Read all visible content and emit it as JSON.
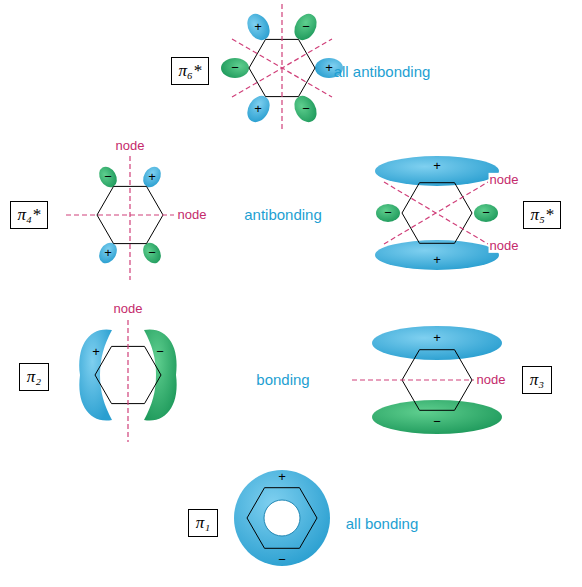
{
  "diagram": {
    "nodes": [
      {
        "text": [
          "π₆*"
        ]
      },
      {
        "text": [
          "π₄*"
        ]
      },
      {
        "text": [
          "π₅*"
        ]
      },
      {
        "text": [
          "π₂"
        ]
      },
      {
        "text": [
          "π₃"
        ]
      },
      {
        "text": [
          "π₁"
        ]
      }
    ],
    "labels": [
      "all antibonding",
      "+",
      "−",
      "−",
      "+",
      "+",
      "−",
      "node",
      "node",
      "antibonding",
      "−",
      "+",
      "+",
      "−",
      "node",
      "node",
      "+",
      "−",
      "−",
      "+",
      "node",
      "bonding",
      "+",
      "−",
      "node",
      "+",
      "−",
      "+",
      "−",
      "all bonding"
    ]
  }
}
